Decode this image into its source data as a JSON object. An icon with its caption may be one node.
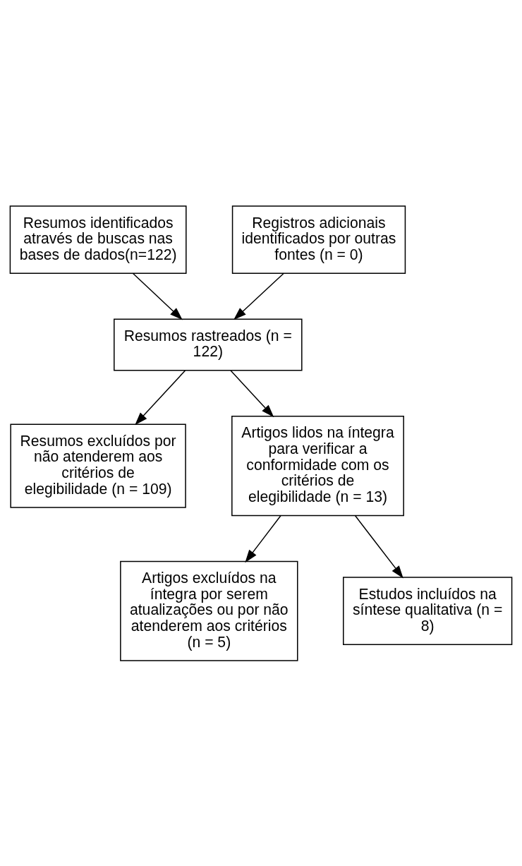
{
  "diagram": {
    "nodes": [
      {
        "text": [
          "Resumos identificados através de buscas nas bases de dados(n=122)"
        ]
      },
      {
        "text": [
          "Registros adicionais identificados por outras fontes (n = 0)"
        ]
      },
      {
        "text": [
          "Resumos rastreados (n = 122)"
        ]
      },
      {
        "text": [
          "Resumos excluídos por não atenderem aos critérios de elegibilidade (n = 109)"
        ]
      },
      {
        "text": [
          "Artigos lidos na íntegra para verificar a conformidade com os critérios de elegibilidade (n = 13)"
        ]
      },
      {
        "text": [
          "Artigos excluídos na íntegra por serem atualizações ou por não atenderem aos critérios (n = 5)"
        ]
      },
      {
        "text": [
          "Estudos incluídos na síntese qualitativa (n = 8)"
        ]
      }
    ],
    "edges": [
      {
        "from": 0,
        "to": 2,
        "arrow": "to"
      },
      {
        "from": 1,
        "to": 2,
        "arrow": "to"
      },
      {
        "from": 2,
        "to": 4,
        "arrow": "to"
      },
      {
        "from": 2,
        "to": 3,
        "arrow": "to"
      },
      {
        "from": 4,
        "to": 6,
        "arrow": "to"
      },
      {
        "from": 4,
        "to": 5,
        "arrow": "to"
      }
    ]
  }
}
